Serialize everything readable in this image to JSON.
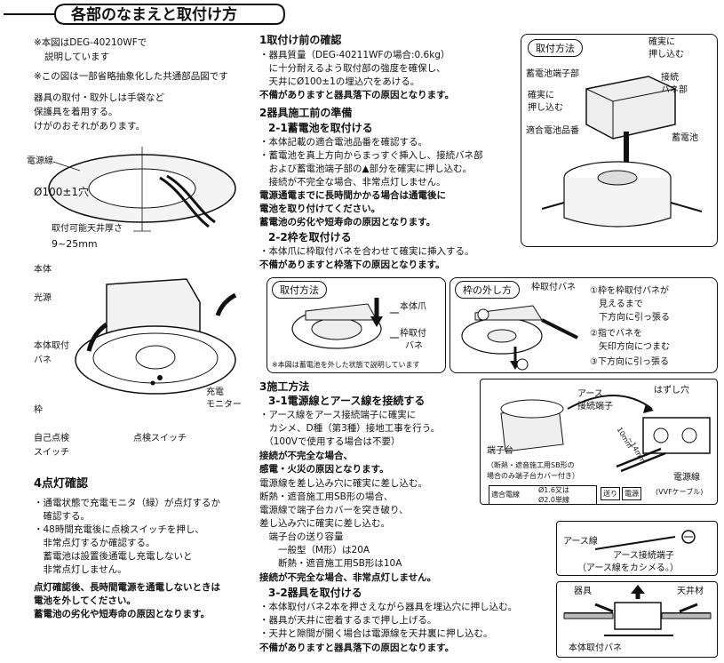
{
  "title": "各部のなまえと取付け方",
  "left": {
    "notes": [
      "※本図はDEG-40210WFで",
      "説明しています",
      "※この図は一部省略抽象化した共通部品図です",
      "器具の取付・取外しは手袋など",
      "保護具を着用する。",
      "けがのおそれがあります。"
    ],
    "ceiling": {
      "power_line": "電源線",
      "hole": "Ø100±1穴",
      "thickness_label": "取付可能天井厚さ",
      "thickness_value": "9~25mm"
    },
    "parts": {
      "body": "本体",
      "light_source": "光源",
      "spring": "本体取付",
      "spring2": "バネ",
      "frame": "枠",
      "monitor": "充電",
      "monitor2": "モニター",
      "selfcheck": "自己点検",
      "selfcheck2": "スイッチ",
      "check_switch": "点検スイッチ"
    },
    "section4": {
      "heading": "4点灯確認",
      "lines": [
        "・通電状態で充電モニタ（緑）が点灯するか",
        "　確認する。",
        "・48時間充電後に点検スイッチを押し、",
        "　非常点灯するか確認する。",
        "　蓄電池は設置後通電し充電しないと",
        "　非常点灯しません。"
      ],
      "warn": [
        "点灯確認後、長時間電源を通電しないときは",
        "電池を外してください。",
        "蓄電池の劣化や短寿命の原因となります。"
      ]
    }
  },
  "section1": {
    "heading": "1取付け前の確認",
    "lines": [
      "・器具質量（DEG-40211WFの場合:0.6kg）",
      "　に十分耐えるよう取付部の強度を確保し、",
      "　天井にØ100±1の埋込穴をあける。"
    ],
    "warn": "不備がありますと器具落下の原因となります。"
  },
  "section2": {
    "heading": "2器具施工前の準備",
    "sub1": "2-1蓄電池を取付ける",
    "lines1": [
      "・本体記載の適合電池品番を確認する。",
      "・蓄電池を真上方向からまっすぐ挿入し、接続バネ部",
      "　および蓄電池端子部の▲部分を確実に押し込む。",
      "　接続が不完全な場合、非常点灯しません。"
    ],
    "warn1": [
      "電源通電までに長時間かかる場合は通電後に",
      "電池を取り付けてください。",
      "蓄電池の劣化や短寿命の原因となります。"
    ],
    "sub2": "2-2枠を取付ける",
    "lines2": [
      "・本体爪に枠取付バネを合わせて確実に挿入する。"
    ],
    "warn2": "不備がありますと枠落下の原因となります。"
  },
  "battery_fig": {
    "tag": "取付方法",
    "push1": "確実に",
    "push1b": "押し込む",
    "terminal": "蓄電池端子部",
    "spring": "接続",
    "spring2": "バネ部",
    "push2": "確実に",
    "push2b": "押し込む",
    "model": "適合電池品番",
    "battery": "蓄電池"
  },
  "frame_fig": {
    "tag": "取付方法",
    "claw": "本体爪",
    "spring": "枠取付",
    "spring2": "バネ",
    "note": "※本図は蓄電池を外した状態で説明しています"
  },
  "removal_fig": {
    "tag": "枠の外し方",
    "spring": "枠取付バネ",
    "steps": [
      "①枠を枠取付バネが",
      "　見えるまで",
      "　下方向に引っ張る",
      "②指でバネを",
      "　矢印方向につまむ",
      "③下方向に引っ張る"
    ]
  },
  "section3": {
    "heading": "3施工方法",
    "sub1": "3-1電源線とアース線を接続する",
    "lines1": [
      "・アース線をアース接続端子に確実に",
      "　カシメ、D種（第3種）接地工事を行う。",
      "　（100Vで使用する場合は不要）"
    ],
    "warn1": [
      "接続が不完全な場合、",
      "感電・火災の原因となります。"
    ],
    "lines2": [
      "電源線を差し込み穴に確実に差し込む。",
      "断熱・遮音施工用SB形の場合、",
      "電源線で端子台カバーを突き破り、",
      "差し込み穴に確実に差し込む。",
      "　端子台の送り容量",
      "　　一般型（M形）は20A",
      "　　断熱・遮音施工用SB形は10A"
    ],
    "warn2": "接続が不完全な場合、非常点灯しません。",
    "sub2": "3-2器具を取付ける",
    "lines3": [
      "・本体取付バネ2本を押さえながら器具を埋込穴に押し込む。",
      "・器具が天井に密着するまで押し上げる。",
      "・天井と隙間が開く場合は電源線を天井裏に押し込む。"
    ],
    "warn3": "不備がありますと器具落下の原因となります。"
  },
  "wiring_fig": {
    "earth": "アース",
    "earth_terminal": "接続端子",
    "hole": "はずし穴",
    "terminal": "端子台",
    "terminal_note1": "（断熱・遮音施工用SB形の",
    "terminal_note2": "場合のみ端子台カバー付き）",
    "strip": "10mm",
    "strip2": "~14mm",
    "cable": "電源線",
    "cable2": "(VVFケーブル)",
    "wire_label": "適合電線",
    "wire1": "Ø1.6又は",
    "wire2": "Ø2.0単線",
    "feed": "送り",
    "power": "電源"
  },
  "earth_fig": {
    "earth_line": "アース線",
    "terminal": "アース接続端子",
    "caption": "（アース線をカシメる。）"
  },
  "mount_fig": {
    "fixture": "器具",
    "ceiling": "天井材",
    "spring": "本体取付バネ"
  }
}
